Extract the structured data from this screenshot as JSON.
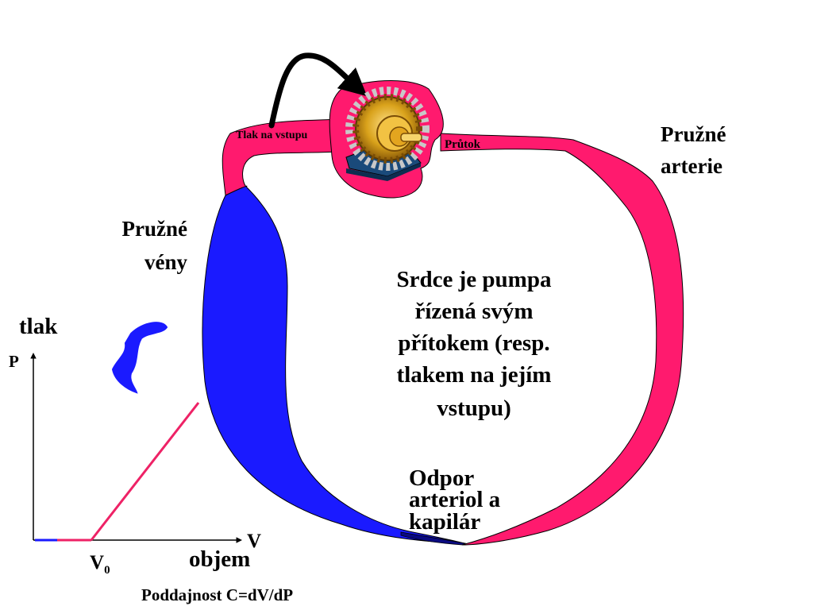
{
  "diagram": {
    "labels": {
      "inlet_pressure": "Tlak na vstupu",
      "flow": "Průtok",
      "arteries_line1": "Pružné",
      "arteries_line2": "arterie",
      "veins_line1": "Pružné",
      "veins_line2": "vény",
      "heart_text": [
        "Srdce je pumpa",
        "řízená svým",
        "přítokem (resp.",
        "tlakem na jejím",
        "vstupu)"
      ],
      "resistance_text": [
        "Odpor",
        "arteriol a",
        "kapilár"
      ]
    },
    "compliance_graph": {
      "y_axis_label": "tlak",
      "y_axis_symbol": "P",
      "x_axis_symbol": "V",
      "x_axis_label": "objem",
      "v0_base": "V",
      "v0_sub": "0",
      "caption": "Poddajnost C=dV/dP"
    },
    "colors": {
      "artery": "#ff1a6e",
      "vein": "#1a1aff",
      "outline": "#000000",
      "compliance_line": "#ee2266",
      "pump_gold": "#d9a21b"
    }
  }
}
